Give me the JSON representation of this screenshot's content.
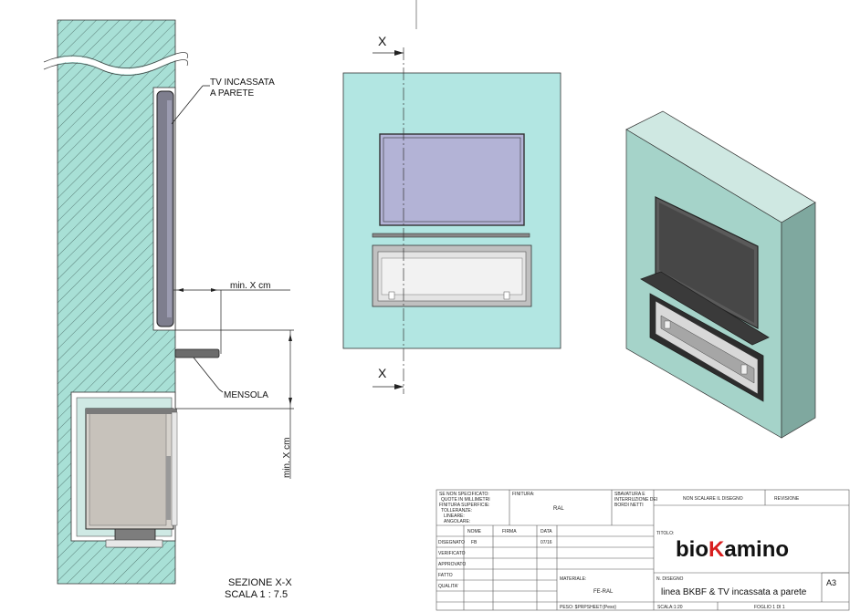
{
  "section": {
    "label_tv": [
      "TV INCASSATA",
      "A PARETE"
    ],
    "label_mensola": "MENSOLA",
    "dim_top": "min. X cm",
    "dim_side": "min. X cm",
    "caption": [
      "SEZIONE X-X",
      "SCALA 1 : 7.5"
    ]
  },
  "front_view": {
    "cut_marker_top": "X",
    "cut_marker_bottom": "X"
  },
  "title_block": {
    "spec_lines": [
      "SE NON SPECIFICATO:",
      "QUOTE IN MILLIMETRI",
      "FINITURA SUPERFICIE:",
      "TOLLERANZE:",
      "LINEARE:",
      "ANGOLARE:"
    ],
    "finitura_label": "FINITURA:",
    "finitura_value": "RAL",
    "sbavatura": [
      "SBAVATURA E",
      "INTERRUZIONE DEI",
      "BORDI NETTI"
    ],
    "non_scalare": "NON SCALARE IL DISEGNO",
    "revisione": "REVISIONE",
    "col_nome": "NOME",
    "col_firma": "FIRMA",
    "col_data": "DATA",
    "row_disegnato": "DISEGNATO",
    "disegnato_nome": "FB",
    "disegnato_data": "07/16",
    "row_verificato": "VERIFICATO",
    "row_approvato": "APPROVATO",
    "row_fatto": "FATTO",
    "row_qualita": "QUALITA'",
    "titolo_label": "TITOLO:",
    "logo_pre": "bio",
    "logo_mid": "K",
    "logo_post": "amino",
    "materiale_label": "MATERIALE:",
    "materiale_value": "FE-RAL",
    "n_disegno_label": "N. DISEGNO",
    "drawing_title": "linea BKBF & TV incassata a parete",
    "formato": "A3",
    "peso": "PESO: $PRPSHEET:{Peso}",
    "scala": "SCALA:1:20",
    "foglio": "FOGLIO 1 DI 1"
  },
  "colors": {
    "wall": "#a8e0d6",
    "wall_front": "#b2e6e2",
    "tv_screen": "#b3b3d6",
    "firebox": "#e0e0e0",
    "logo_red": "#d81e1e",
    "iso_face": "#a5d3c9",
    "iso_side": "#7fa89f"
  }
}
